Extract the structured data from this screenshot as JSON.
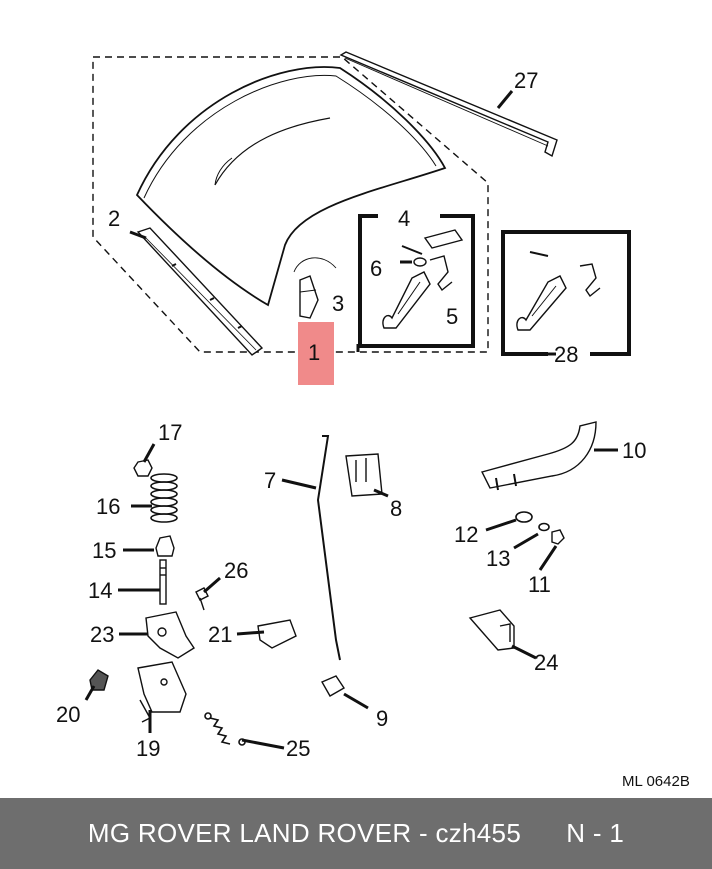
{
  "diagram": {
    "callouts": {
      "n1": "1",
      "n2": "2",
      "n3": "3",
      "n4": "4",
      "n5": "5",
      "n6": "6",
      "n7": "7",
      "n8": "8",
      "n9": "9",
      "n10": "10",
      "n11": "11",
      "n12": "12",
      "n13": "13",
      "n14": "14",
      "n15": "15",
      "n16": "16",
      "n17": "17",
      "n19": "19",
      "n20": "20",
      "n21": "21",
      "n23": "23",
      "n24": "24",
      "n25": "25",
      "n26": "26",
      "n27": "27",
      "n28": "28"
    },
    "highlight_color": "#f08a8a",
    "reference_code": "ML 0642B"
  },
  "footer": {
    "brand": "MG ROVER LAND ROVER - czh455",
    "page": "N - 1"
  }
}
